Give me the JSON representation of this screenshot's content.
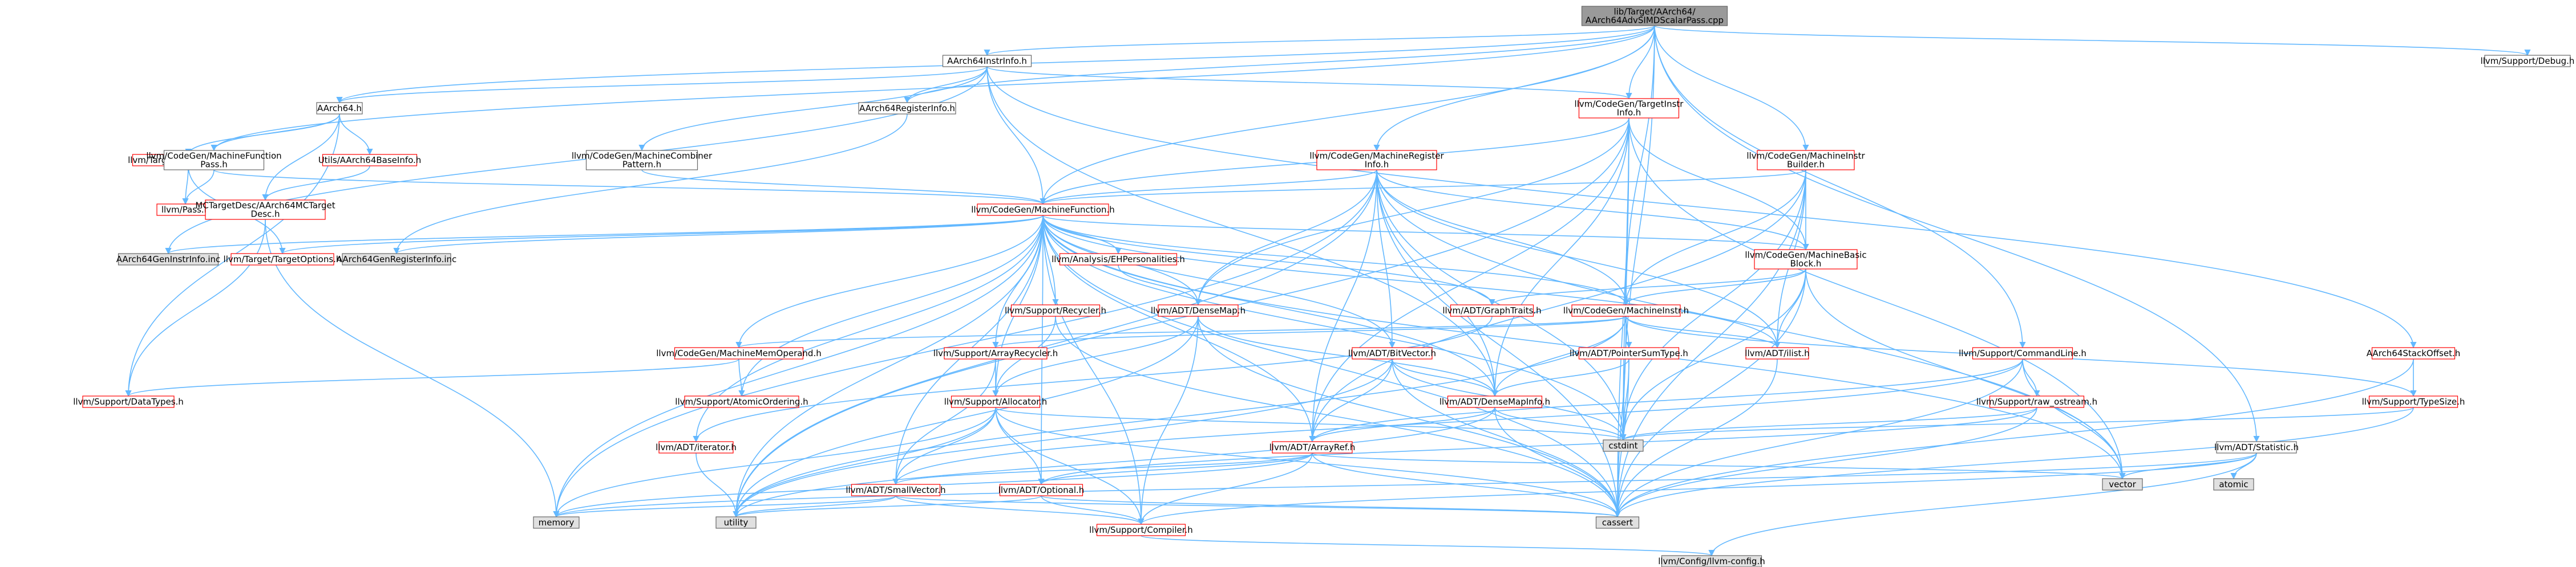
{
  "colors": {
    "edge": "#63b8ff",
    "node_border": "#666666",
    "incomplete_border": "#ff0000",
    "leaf_fill": "#e0e0e0",
    "root_fill": "#9a9a9a",
    "text": "#000000"
  },
  "nodes": [
    {
      "id": "root",
      "lines": [
        "lib/Target/AArch64/",
        "AArch64AdvSIMDScalarPass.cpp"
      ],
      "kind": "root"
    },
    {
      "id": "instrinfo",
      "lines": [
        "AArch64InstrInfo.h"
      ],
      "kind": "normal"
    },
    {
      "id": "debug",
      "lines": [
        "llvm/Support/Debug.h"
      ],
      "kind": "normal"
    },
    {
      "id": "aarch64h",
      "lines": [
        "AArch64.h"
      ],
      "kind": "normal"
    },
    {
      "id": "reginfo",
      "lines": [
        "AArch64RegisterInfo.h"
      ],
      "kind": "normal"
    },
    {
      "id": "tii",
      "lines": [
        "llvm/CodeGen/TargetInstr",
        "Info.h"
      ],
      "kind": "incomplete"
    },
    {
      "id": "targetmachine",
      "lines": [
        "llvm/Target/TargetMachine.h"
      ],
      "kind": "incomplete"
    },
    {
      "id": "mfpass",
      "lines": [
        "llvm/CodeGen/MachineFunction",
        "Pass.h"
      ],
      "kind": "normal"
    },
    {
      "id": "baseinfo",
      "lines": [
        "Utils/AArch64BaseInfo.h"
      ],
      "kind": "incomplete"
    },
    {
      "id": "combiner",
      "lines": [
        "llvm/CodeGen/MachineCombiner",
        "Pattern.h"
      ],
      "kind": "normal"
    },
    {
      "id": "mri",
      "lines": [
        "llvm/CodeGen/MachineRegister",
        "Info.h"
      ],
      "kind": "incomplete"
    },
    {
      "id": "mib",
      "lines": [
        "llvm/CodeGen/MachineInstr",
        "Builder.h"
      ],
      "kind": "incomplete"
    },
    {
      "id": "pass",
      "lines": [
        "llvm/Pass.h"
      ],
      "kind": "incomplete"
    },
    {
      "id": "mctargetdesc",
      "lines": [
        "MCTargetDesc/AArch64MCTarget",
        "Desc.h"
      ],
      "kind": "incomplete"
    },
    {
      "id": "mf",
      "lines": [
        "llvm/CodeGen/MachineFunction.h"
      ],
      "kind": "incomplete"
    },
    {
      "id": "instrinfoinc",
      "lines": [
        "AArch64GenInstrInfo.inc"
      ],
      "kind": "leaf"
    },
    {
      "id": "targetoptions",
      "lines": [
        "llvm/Target/TargetOptions.h"
      ],
      "kind": "incomplete"
    },
    {
      "id": "reginfoinc",
      "lines": [
        "AArch64GenRegisterInfo.inc"
      ],
      "kind": "leaf"
    },
    {
      "id": "ehpers",
      "lines": [
        "llvm/Analysis/EHPersonalities.h"
      ],
      "kind": "incomplete"
    },
    {
      "id": "mbb",
      "lines": [
        "llvm/CodeGen/MachineBasic",
        "Block.h"
      ],
      "kind": "incomplete"
    },
    {
      "id": "recycler",
      "lines": [
        "llvm/Support/Recycler.h"
      ],
      "kind": "incomplete"
    },
    {
      "id": "densemap",
      "lines": [
        "llvm/ADT/DenseMap.h"
      ],
      "kind": "incomplete"
    },
    {
      "id": "graphtraits",
      "lines": [
        "llvm/ADT/GraphTraits.h"
      ],
      "kind": "incomplete"
    },
    {
      "id": "machineinstr",
      "lines": [
        "llvm/CodeGen/MachineInstr.h"
      ],
      "kind": "incomplete"
    },
    {
      "id": "commandline",
      "lines": [
        "llvm/Support/CommandLine.h"
      ],
      "kind": "incomplete"
    },
    {
      "id": "stackoffset",
      "lines": [
        "AArch64StackOffset.h"
      ],
      "kind": "incomplete"
    },
    {
      "id": "mmo",
      "lines": [
        "llvm/CodeGen/MachineMemOperand.h"
      ],
      "kind": "incomplete"
    },
    {
      "id": "arrayrecycler",
      "lines": [
        "llvm/Support/ArrayRecycler.h"
      ],
      "kind": "incomplete"
    },
    {
      "id": "bitvector",
      "lines": [
        "llvm/ADT/BitVector.h"
      ],
      "kind": "incomplete"
    },
    {
      "id": "ptrsumtype",
      "lines": [
        "llvm/ADT/PointerSumType.h"
      ],
      "kind": "incomplete"
    },
    {
      "id": "ilist",
      "lines": [
        "llvm/ADT/ilist.h"
      ],
      "kind": "incomplete"
    },
    {
      "id": "rawostream",
      "lines": [
        "llvm/Support/raw_ostream.h"
      ],
      "kind": "incomplete"
    },
    {
      "id": "typesize",
      "lines": [
        "llvm/Support/TypeSize.h"
      ],
      "kind": "incomplete"
    },
    {
      "id": "datatypes",
      "lines": [
        "llvm/Support/DataTypes.h"
      ],
      "kind": "incomplete"
    },
    {
      "id": "atomicordering",
      "lines": [
        "llvm/Support/AtomicOrdering.h"
      ],
      "kind": "incomplete"
    },
    {
      "id": "allocator",
      "lines": [
        "llvm/Support/Allocator.h"
      ],
      "kind": "incomplete"
    },
    {
      "id": "densemapinfo",
      "lines": [
        "llvm/ADT/DenseMapInfo.h"
      ],
      "kind": "incomplete"
    },
    {
      "id": "cstdint",
      "lines": [
        "cstdint"
      ],
      "kind": "leaf"
    },
    {
      "id": "iterator",
      "lines": [
        "llvm/ADT/iterator.h"
      ],
      "kind": "incomplete"
    },
    {
      "id": "arrayref",
      "lines": [
        "llvm/ADT/ArrayRef.h"
      ],
      "kind": "incomplete"
    },
    {
      "id": "statistic",
      "lines": [
        "llvm/ADT/Statistic.h"
      ],
      "kind": "normal"
    },
    {
      "id": "vector",
      "lines": [
        "vector"
      ],
      "kind": "leaf"
    },
    {
      "id": "atomic",
      "lines": [
        "atomic"
      ],
      "kind": "leaf"
    },
    {
      "id": "smallvector",
      "lines": [
        "llvm/ADT/SmallVector.h"
      ],
      "kind": "incomplete"
    },
    {
      "id": "optional",
      "lines": [
        "llvm/ADT/Optional.h"
      ],
      "kind": "incomplete"
    },
    {
      "id": "memory",
      "lines": [
        "memory"
      ],
      "kind": "leaf"
    },
    {
      "id": "utility",
      "lines": [
        "utility"
      ],
      "kind": "leaf"
    },
    {
      "id": "compiler",
      "lines": [
        "llvm/Support/Compiler.h"
      ],
      "kind": "incomplete"
    },
    {
      "id": "cassert",
      "lines": [
        "cassert"
      ],
      "kind": "leaf"
    },
    {
      "id": "llvmconfig",
      "lines": [
        "llvm/Config/llvm-config.h"
      ],
      "kind": "leaf"
    }
  ],
  "edges": [
    [
      "root",
      "instrinfo"
    ],
    [
      "root",
      "debug"
    ],
    [
      "root",
      "aarch64h"
    ],
    [
      "root",
      "reginfo"
    ],
    [
      "root",
      "tii"
    ],
    [
      "root",
      "mfpass"
    ],
    [
      "root",
      "mri"
    ],
    [
      "root",
      "mib"
    ],
    [
      "root",
      "mf"
    ],
    [
      "root",
      "machineinstr"
    ],
    [
      "root",
      "commandline"
    ],
    [
      "root",
      "statistic"
    ],
    [
      "root",
      "cstdint"
    ],
    [
      "instrinfo",
      "aarch64h"
    ],
    [
      "instrinfo",
      "reginfo"
    ],
    [
      "instrinfo",
      "tii"
    ],
    [
      "instrinfo",
      "combiner"
    ],
    [
      "instrinfo",
      "stackoffset"
    ],
    [
      "instrinfo",
      "instrinfoinc"
    ],
    [
      "instrinfo",
      "mf"
    ],
    [
      "instrinfo",
      "densemapinfo"
    ],
    [
      "aarch64h",
      "targetmachine"
    ],
    [
      "aarch64h",
      "mfpass"
    ],
    [
      "aarch64h",
      "baseinfo"
    ],
    [
      "aarch64h",
      "mctargetdesc"
    ],
    [
      "aarch64h",
      "datatypes"
    ],
    [
      "reginfo",
      "reginfoinc"
    ],
    [
      "tii",
      "mf"
    ],
    [
      "tii",
      "mbb"
    ],
    [
      "tii",
      "densemap"
    ],
    [
      "tii",
      "machineinstr"
    ],
    [
      "tii",
      "densemapinfo"
    ],
    [
      "tii",
      "arrayref"
    ],
    [
      "tii",
      "cstdint"
    ],
    [
      "tii",
      "vector"
    ],
    [
      "tii",
      "cassert"
    ],
    [
      "tii",
      "utility"
    ],
    [
      "targetmachine",
      "pass"
    ],
    [
      "targetmachine",
      "targetoptions"
    ],
    [
      "mfpass",
      "pass"
    ],
    [
      "mfpass",
      "mf"
    ],
    [
      "baseinfo",
      "mctargetdesc"
    ],
    [
      "combiner",
      "mf"
    ],
    [
      "mri",
      "mf"
    ],
    [
      "mri",
      "mbb"
    ],
    [
      "mri",
      "densemap"
    ],
    [
      "mri",
      "bitvector"
    ],
    [
      "mri",
      "arrayref"
    ],
    [
      "mri",
      "memory"
    ],
    [
      "mri",
      "vector"
    ],
    [
      "mri",
      "cassert"
    ],
    [
      "mri",
      "cstdint"
    ],
    [
      "mri",
      "utility"
    ],
    [
      "mri",
      "machineinstr"
    ],
    [
      "mri",
      "ilist"
    ],
    [
      "mri",
      "densemapinfo"
    ],
    [
      "mib",
      "mf"
    ],
    [
      "mib",
      "mbb"
    ],
    [
      "mib",
      "machineinstr"
    ],
    [
      "mib",
      "arrayref"
    ],
    [
      "mib",
      "cstdint"
    ],
    [
      "mib",
      "cassert"
    ],
    [
      "mib",
      "ilist"
    ],
    [
      "mctargetdesc",
      "memory"
    ],
    [
      "mctargetdesc",
      "datatypes"
    ],
    [
      "mf",
      "instrinfoinc"
    ],
    [
      "mf",
      "targetoptions"
    ],
    [
      "mf",
      "reginfoinc"
    ],
    [
      "mf",
      "ehpers"
    ],
    [
      "mf",
      "mbb"
    ],
    [
      "mf",
      "recycler"
    ],
    [
      "mf",
      "densemap"
    ],
    [
      "mf",
      "graphtraits"
    ],
    [
      "mf",
      "machineinstr"
    ],
    [
      "mf",
      "mmo"
    ],
    [
      "mf",
      "arrayrecycler"
    ],
    [
      "mf",
      "bitvector"
    ],
    [
      "mf",
      "ilist"
    ],
    [
      "mf",
      "atomicordering"
    ],
    [
      "mf",
      "allocator"
    ],
    [
      "mf",
      "densemapinfo"
    ],
    [
      "mf",
      "iterator"
    ],
    [
      "mf",
      "arrayref"
    ],
    [
      "mf",
      "smallvector"
    ],
    [
      "mf",
      "memory"
    ],
    [
      "mf",
      "utility"
    ],
    [
      "mf",
      "cassert"
    ],
    [
      "mf",
      "cstdint"
    ],
    [
      "mf",
      "vector"
    ],
    [
      "mf",
      "optional"
    ],
    [
      "mf",
      "compiler"
    ],
    [
      "ehpers",
      "densemap"
    ],
    [
      "mbb",
      "graphtraits"
    ],
    [
      "mbb",
      "machineinstr"
    ],
    [
      "mbb",
      "ilist"
    ],
    [
      "mbb",
      "cassert"
    ],
    [
      "mbb",
      "vector"
    ],
    [
      "mbb",
      "cstdint"
    ],
    [
      "recycler",
      "allocator"
    ],
    [
      "recycler",
      "cassert"
    ],
    [
      "densemap",
      "densemapinfo"
    ],
    [
      "densemap",
      "compiler"
    ],
    [
      "densemap",
      "cassert"
    ],
    [
      "densemap",
      "utility"
    ],
    [
      "densemap",
      "allocator"
    ],
    [
      "graphtraits",
      "iterator"
    ],
    [
      "machineinstr",
      "densemapinfo"
    ],
    [
      "machineinstr",
      "ptrsumtype"
    ],
    [
      "machineinstr",
      "ilist"
    ],
    [
      "machineinstr",
      "arrayrecycler"
    ],
    [
      "machineinstr",
      "cstdint"
    ],
    [
      "machineinstr",
      "utility"
    ],
    [
      "machineinstr",
      "cassert"
    ],
    [
      "machineinstr",
      "mmo"
    ],
    [
      "machineinstr",
      "typesize"
    ],
    [
      "commandline",
      "rawostream"
    ],
    [
      "commandline",
      "vector"
    ],
    [
      "commandline",
      "cassert"
    ],
    [
      "commandline",
      "smallvector"
    ],
    [
      "commandline",
      "arrayref"
    ],
    [
      "stackoffset",
      "typesize"
    ],
    [
      "stackoffset",
      "cassert"
    ],
    [
      "mmo",
      "datatypes"
    ],
    [
      "mmo",
      "atomicordering"
    ],
    [
      "arrayrecycler",
      "allocator"
    ],
    [
      "arrayrecycler",
      "smallvector"
    ],
    [
      "bitvector",
      "arrayref"
    ],
    [
      "bitvector",
      "densemapinfo"
    ],
    [
      "bitvector",
      "cassert"
    ],
    [
      "bitvector",
      "utility"
    ],
    [
      "bitvector",
      "cstdint"
    ],
    [
      "ptrsumtype",
      "densemapinfo"
    ],
    [
      "ptrsumtype",
      "cassert"
    ],
    [
      "ptrsumtype",
      "cstdint"
    ],
    [
      "ilist",
      "cassert"
    ],
    [
      "rawostream",
      "cassert"
    ],
    [
      "rawostream",
      "cstdint"
    ],
    [
      "rawostream",
      "optional"
    ],
    [
      "typesize",
      "cassert"
    ],
    [
      "typesize",
      "cstdint"
    ],
    [
      "allocator",
      "smallvector"
    ],
    [
      "allocator",
      "compiler"
    ],
    [
      "allocator",
      "cassert"
    ],
    [
      "allocator",
      "cstdint"
    ],
    [
      "allocator",
      "utility"
    ],
    [
      "allocator",
      "optional"
    ],
    [
      "allocator",
      "memory"
    ],
    [
      "densemapinfo",
      "arrayref"
    ],
    [
      "densemapinfo",
      "cassert"
    ],
    [
      "densemapinfo",
      "cstdint"
    ],
    [
      "densemapinfo",
      "utility"
    ],
    [
      "iterator",
      "utility"
    ],
    [
      "arrayref",
      "smallvector"
    ],
    [
      "arrayref",
      "compiler"
    ],
    [
      "arrayref",
      "cassert"
    ],
    [
      "arrayref",
      "vector"
    ],
    [
      "arrayref",
      "memory"
    ],
    [
      "arrayref",
      "optional"
    ],
    [
      "statistic",
      "vector"
    ],
    [
      "statistic",
      "atomic"
    ],
    [
      "statistic",
      "compiler"
    ],
    [
      "statistic",
      "memory"
    ],
    [
      "statistic",
      "llvmconfig"
    ],
    [
      "smallvector",
      "compiler"
    ],
    [
      "smallvector",
      "cassert"
    ],
    [
      "smallvector",
      "memory"
    ],
    [
      "smallvector",
      "utility"
    ],
    [
      "optional",
      "compiler"
    ],
    [
      "optional",
      "utility"
    ],
    [
      "optional",
      "cassert"
    ],
    [
      "compiler",
      "llvmconfig"
    ]
  ]
}
